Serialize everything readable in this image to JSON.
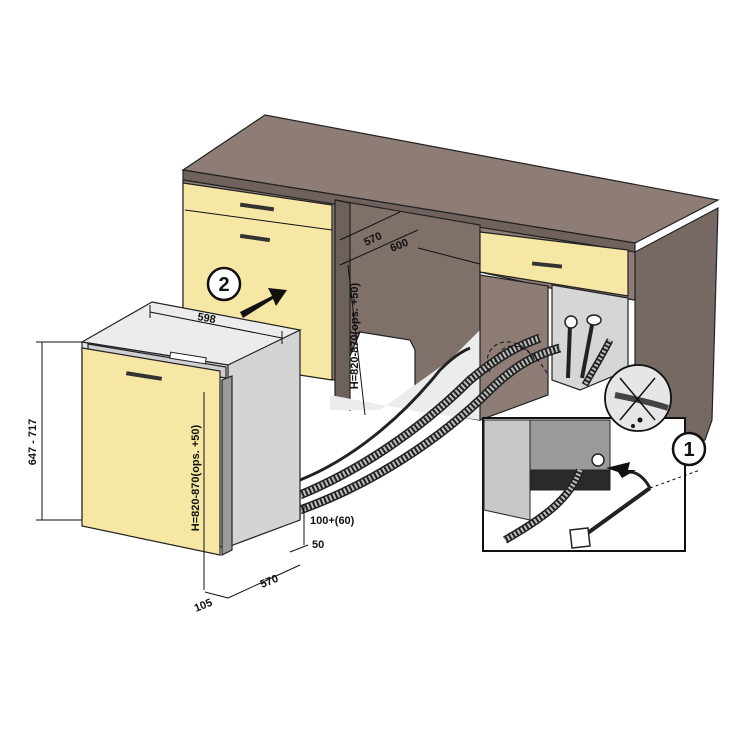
{
  "colors": {
    "cabinet": "#8d7d76",
    "cabinet_top": "#7f706a",
    "cabinet_side": "#766862",
    "door_panel": "#f7e7a4",
    "appliance_side": "#d4d4d4",
    "appliance_base": "#bcbcbc",
    "floor": "#ececec",
    "hose": "#9a9a9a",
    "outline": "#222222"
  },
  "dimensions": {
    "appliance_width": "598",
    "appliance_height": "647 - 717",
    "niche_height_front": "H=820-870(ops. +50)",
    "niche_height_back": "H=820-870(ops. +50)",
    "niche_depth_min": "570",
    "niche_depth": "600",
    "base_depth": "570",
    "plinth": "105",
    "hose_clearance": "100+(60)",
    "offset": "50"
  },
  "steps": {
    "step_1": "1",
    "step_2": "2"
  },
  "icons": {
    "arrow_push": "arrow-icon",
    "water_tap": "water-tap-icon",
    "plug": "plug-icon",
    "no_water": "prohibited-icon"
  }
}
